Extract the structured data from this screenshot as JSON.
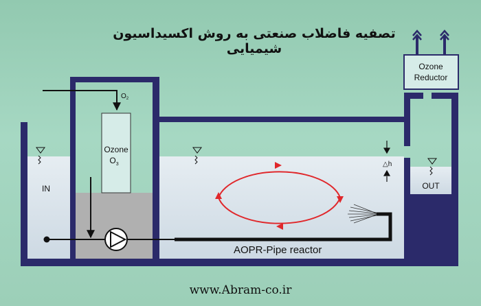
{
  "title": "تصفیه فاضلاب صنعتی به روش اکسیداسیون شیمیایی",
  "footer": "www.Abram-co.ir",
  "labels": {
    "oxygen_main": "O",
    "oxygen_sub": "2",
    "ozone_generator_line1": "Ozone",
    "ozone_generator_line2_main": "O",
    "ozone_generator_line2_sub": "3",
    "ozone_reductor_line1": "Ozone",
    "ozone_reductor_line2": "Reductor",
    "inlet": "IN",
    "outlet": "OUT",
    "reactor": "AOPR-Pipe reactor",
    "delta_h": "△h"
  },
  "colors": {
    "wall": "#2b2a6a",
    "water": "#d9e4ec",
    "dark_chamber": "#b0b0b0",
    "ozone_box": "#d6ece8",
    "circulation_arrows": "#e0272b"
  }
}
